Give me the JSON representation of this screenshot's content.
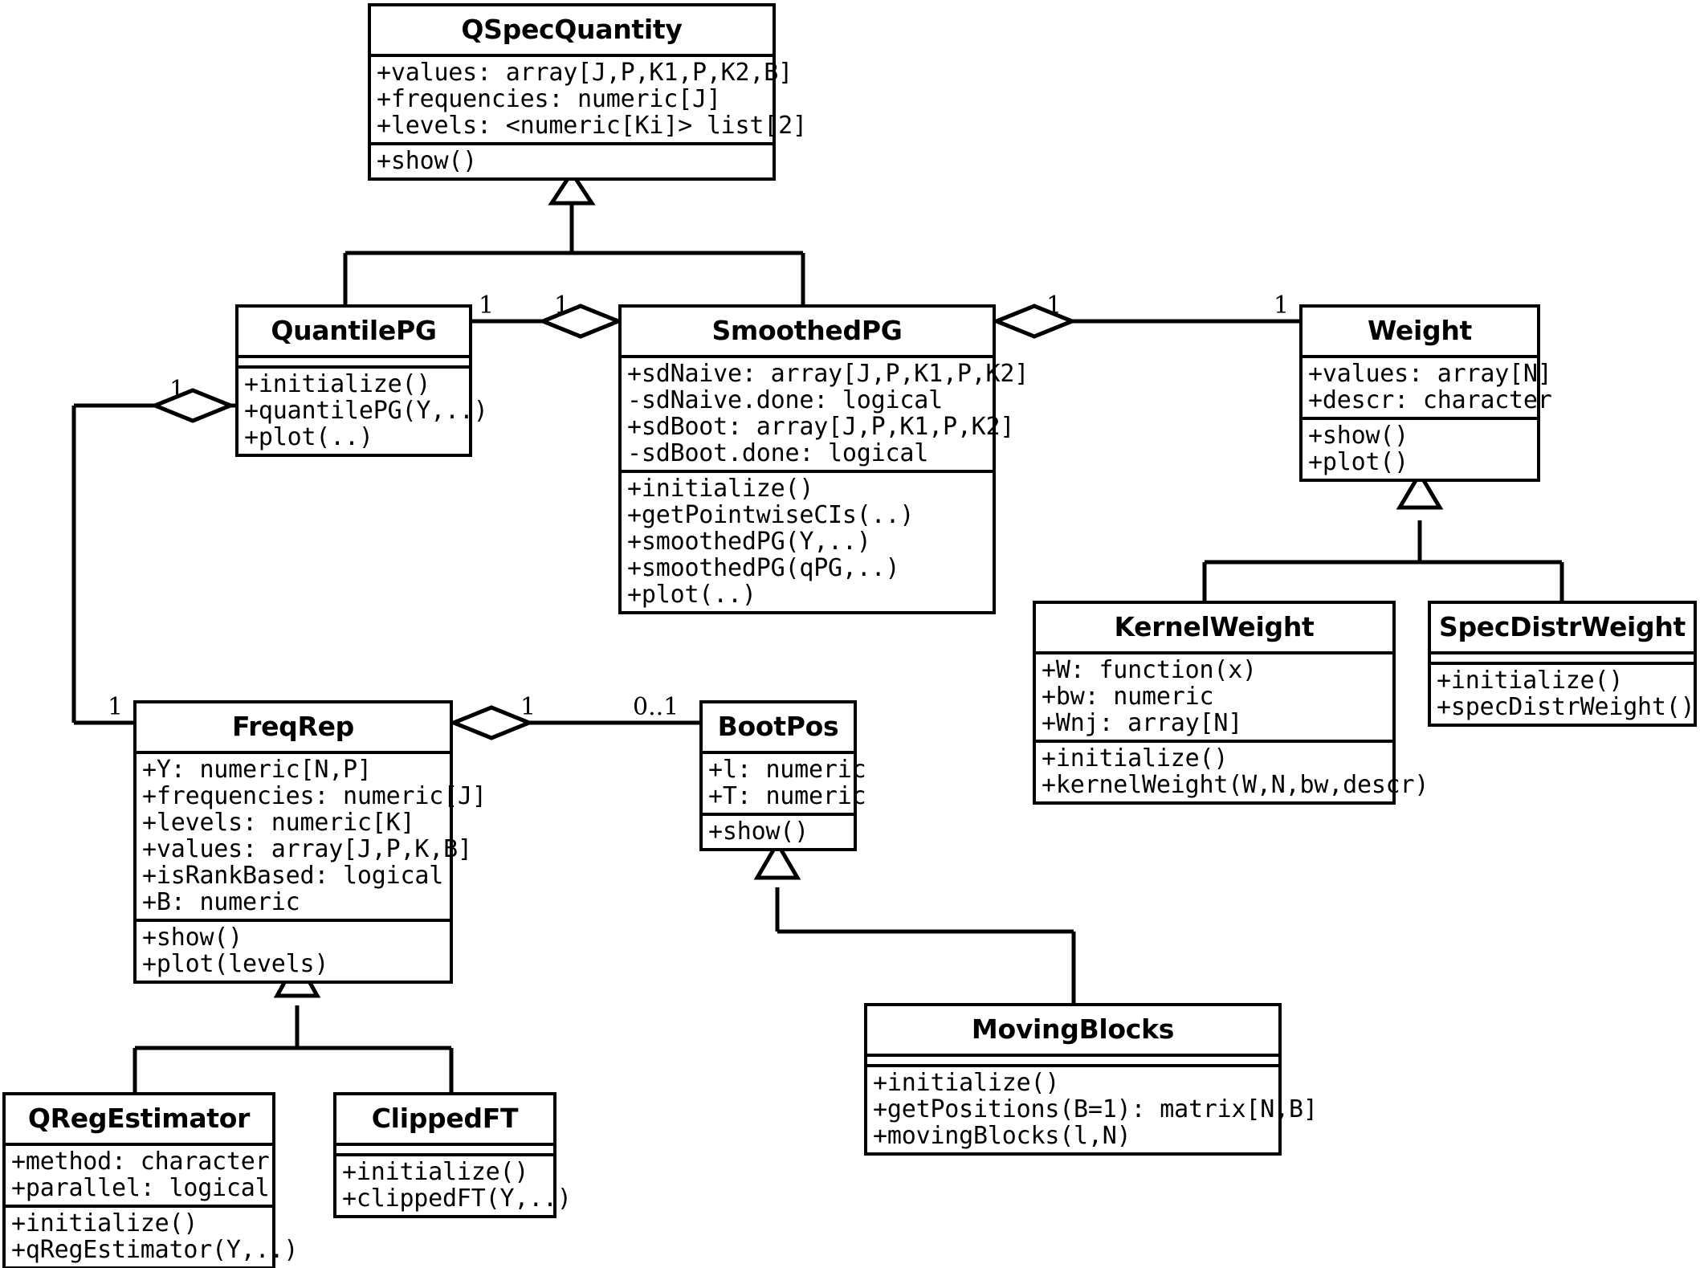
{
  "diagram": {
    "type": "uml-class-diagram",
    "title": "",
    "background": "#ffffff",
    "line_color": "#000000"
  },
  "classes": [
    {
      "id": "qspecquantity",
      "name": "QSpecQuantity",
      "attributes": [
        "+values: array[J,P,K1,P,K2,B]",
        "+frequencies: numeric[J]",
        "+levels: <numeric[Ki]> list[2]"
      ],
      "methods": [
        "+show()"
      ]
    },
    {
      "id": "quantilepg",
      "name": "QuantilePG",
      "attributes": [],
      "methods": [
        "+initialize()",
        "+quantilePG(Y,..)",
        "+plot(..)"
      ]
    },
    {
      "id": "smoothedpg",
      "name": "SmoothedPG",
      "attributes": [
        "+sdNaive: array[J,P,K1,P,K2]",
        "-sdNaive.done: logical",
        "+sdBoot: array[J,P,K1,P,K2]",
        "-sdBoot.done: logical"
      ],
      "methods": [
        "+initialize()",
        "+getPointwiseCIs(..)",
        "+smoothedPG(Y,..)",
        "+smoothedPG(qPG,..)",
        "+plot(..)"
      ]
    },
    {
      "id": "weight",
      "name": "Weight",
      "attributes": [
        "+values: array[N]",
        "+descr: character"
      ],
      "methods": [
        "+show()",
        "+plot()"
      ]
    },
    {
      "id": "kernelweight",
      "name": "KernelWeight",
      "attributes": [
        "+W: function(x)",
        "+bw: numeric",
        "+Wnj: array[N]"
      ],
      "methods": [
        "+initialize()",
        "+kernelWeight(W,N,bw,descr)"
      ]
    },
    {
      "id": "specdistrweight",
      "name": "SpecDistrWeight",
      "attributes": [],
      "methods": [
        "+initialize()",
        "+specDistrWeight()"
      ]
    },
    {
      "id": "freqrep",
      "name": "FreqRep",
      "attributes": [
        "+Y: numeric[N,P]",
        "+frequencies: numeric[J]",
        "+levels: numeric[K]",
        "+values: array[J,P,K,B]",
        "+isRankBased: logical",
        "+B: numeric"
      ],
      "methods": [
        "+show()",
        "+plot(levels)"
      ]
    },
    {
      "id": "bootpos",
      "name": "BootPos",
      "attributes": [
        "+l: numeric",
        "+T: numeric"
      ],
      "methods": [
        "+show()"
      ]
    },
    {
      "id": "movingblocks",
      "name": "MovingBlocks",
      "attributes": [],
      "methods": [
        "+initialize()",
        "+getPositions(B=1): matrix[N,B]",
        "+movingBlocks(l,N)"
      ]
    },
    {
      "id": "qregestimator",
      "name": "QRegEstimator",
      "attributes": [
        "+method: character",
        "+parallel: logical"
      ],
      "methods": [
        "+initialize()",
        "+qRegEstimator(Y,..)"
      ]
    },
    {
      "id": "clippedft",
      "name": "ClippedFT",
      "attributes": [],
      "methods": [
        "+initialize()",
        "+clippedFT(Y,..)"
      ]
    }
  ],
  "relationships": [
    {
      "id": "gen-quantilepg",
      "kind": "generalization",
      "from": "QuantilePG",
      "to": "QSpecQuantity"
    },
    {
      "id": "gen-smoothedpg",
      "kind": "generalization",
      "from": "SmoothedPG",
      "to": "QSpecQuantity"
    },
    {
      "id": "gen-kernelweight",
      "kind": "generalization",
      "from": "KernelWeight",
      "to": "Weight"
    },
    {
      "id": "gen-specdistrweight",
      "kind": "generalization",
      "from": "SpecDistrWeight",
      "to": "Weight"
    },
    {
      "id": "gen-qregestimator",
      "kind": "generalization",
      "from": "QRegEstimator",
      "to": "FreqRep"
    },
    {
      "id": "gen-clippedft",
      "kind": "generalization",
      "from": "ClippedFT",
      "to": "FreqRep"
    },
    {
      "id": "gen-movingblocks",
      "kind": "generalization",
      "from": "MovingBlocks",
      "to": "BootPos"
    },
    {
      "id": "agg-smoothedpg-quantilepg",
      "kind": "aggregation",
      "owner": "SmoothedPG",
      "part": "QuantilePG",
      "owner_mult": "1",
      "part_mult": "1"
    },
    {
      "id": "agg-smoothedpg-weight",
      "kind": "aggregation",
      "owner": "SmoothedPG",
      "part": "Weight",
      "owner_mult": "1",
      "part_mult": "1"
    },
    {
      "id": "agg-quantilepg-freqrep",
      "kind": "aggregation",
      "owner": "QuantilePG",
      "part": "FreqRep",
      "owner_mult": "1",
      "part_mult": "1"
    },
    {
      "id": "agg-freqrep-bootpos",
      "kind": "aggregation",
      "owner": "FreqRep",
      "part": "BootPos",
      "owner_mult": "1",
      "part_mult": "0..1"
    }
  ],
  "multiplicity_labels": [
    {
      "id": "m-quantilepg-right",
      "text": "1"
    },
    {
      "id": "m-smoothedpg-left",
      "text": "1"
    },
    {
      "id": "m-smoothedpg-right",
      "text": "1"
    },
    {
      "id": "m-weight-left",
      "text": "1"
    },
    {
      "id": "m-quantilepg-freqrep-top",
      "text": "1"
    },
    {
      "id": "m-freqrep-left",
      "text": "1"
    },
    {
      "id": "m-freqrep-right",
      "text": "1"
    },
    {
      "id": "m-bootpos-left",
      "text": "0..1"
    }
  ]
}
